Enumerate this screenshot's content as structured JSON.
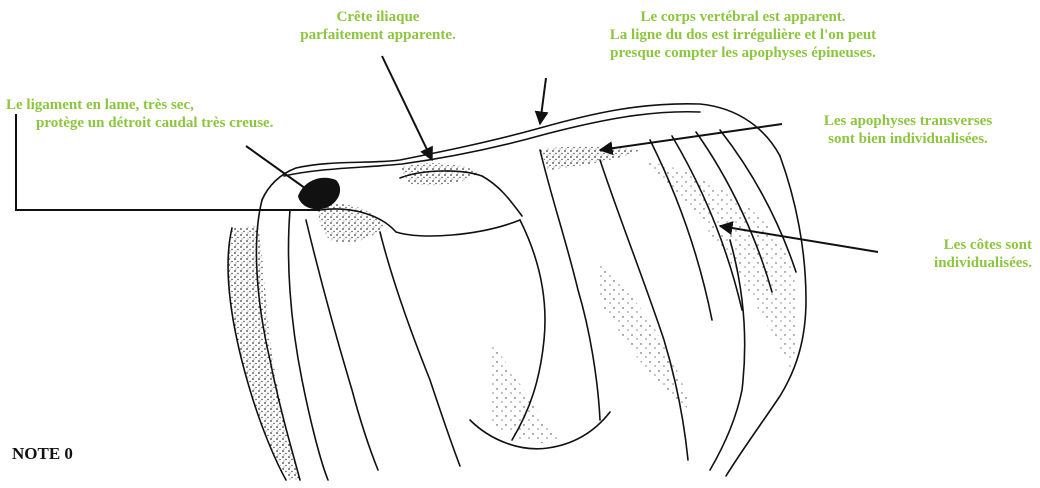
{
  "colors": {
    "label": "#8cc63f",
    "ink": "#111111",
    "note": "#111111"
  },
  "labels": {
    "crete": {
      "line1": "Crête iliaque",
      "line2": "parfaitement apparente."
    },
    "corps": {
      "line1": "Le corps vertébral est apparent.",
      "line2": "La ligne du dos est irrégulière et l'on peut",
      "line3": "presque compter les apophyses épineuses."
    },
    "ligament": {
      "line1": "Le ligament en lame, très sec,",
      "line2": "protège un détroit caudal très creuse."
    },
    "apophyses": {
      "line1": "Les apophyses transverses",
      "line2": "sont bien individualisées."
    },
    "cotes": {
      "line1": "Les côtes sont",
      "line2": "individualisées."
    }
  },
  "note": "NOTE 0"
}
